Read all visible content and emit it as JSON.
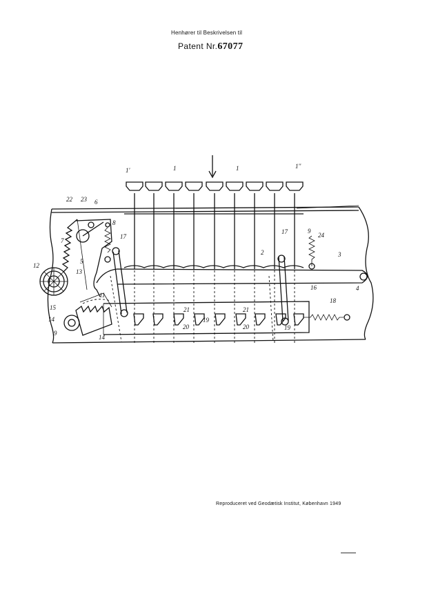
{
  "header": {
    "line1": "Henhører til Beskrivelsen til",
    "patent_prefix": "Patent Nr.",
    "patent_number": "67077"
  },
  "footer": {
    "credit": "Reproduceret ved Geodætisk Institut, København 1949"
  },
  "labels": {
    "l1": "1",
    "l1p": "1'",
    "l1pp": "1''",
    "l2": "2",
    "l3": "3",
    "l4": "4",
    "l5": "5",
    "l6": "6",
    "l7": "7",
    "l8": "8",
    "l9": "9",
    "l11": "11",
    "l12": "12",
    "l13": "13",
    "l14": "14",
    "l15": "15",
    "l16": "16",
    "l17": "17",
    "l18": "18",
    "l19": "19",
    "l20": "20",
    "l21": "21",
    "l22": "22",
    "l23": "23",
    "l24": "24"
  }
}
